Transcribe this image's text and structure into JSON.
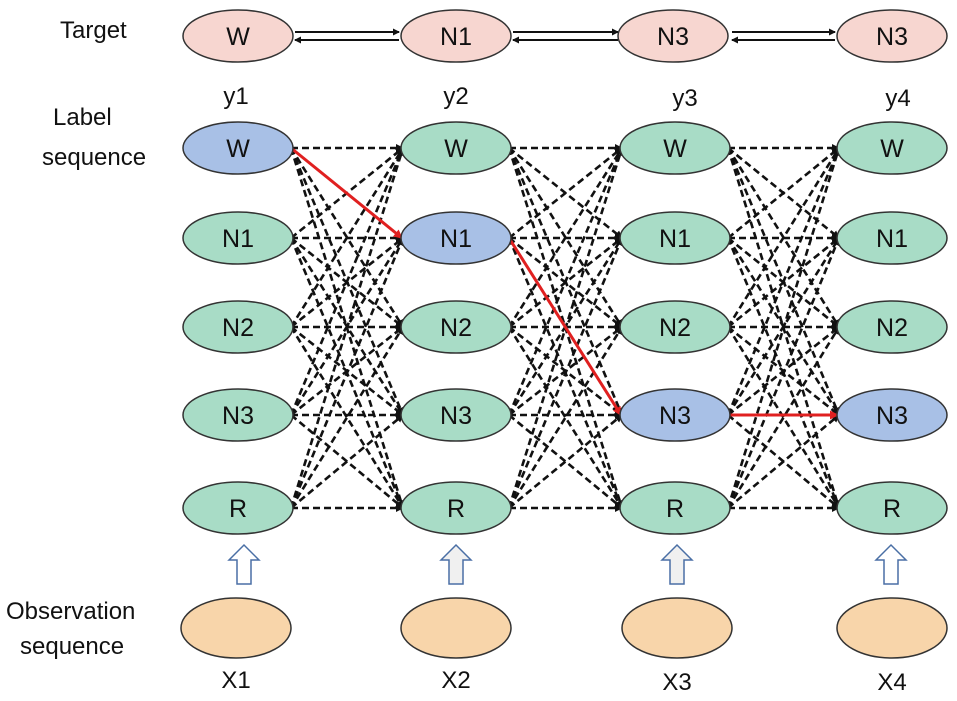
{
  "colors": {
    "target_fill": "#f7d6d0",
    "state_fill": "#a8dcc6",
    "selected_fill": "#a8c0e6",
    "observation_fill": "#f8d5aa",
    "path_color": "#e02020",
    "edge_color": "#111111"
  },
  "row_labels": {
    "target": "Target",
    "label_line1": "Label",
    "label_line2": "sequence",
    "observation_line1": "Observation",
    "observation_line2": "sequence"
  },
  "targets": [
    "W",
    "N1",
    "N3",
    "N3"
  ],
  "column_labels": [
    "y1",
    "y2",
    "y3",
    "y4"
  ],
  "states": [
    "W",
    "N1",
    "N2",
    "N3",
    "R"
  ],
  "selected_path": [
    0,
    1,
    3,
    3
  ],
  "observations": [
    "X1",
    "X2",
    "X3",
    "X4"
  ]
}
